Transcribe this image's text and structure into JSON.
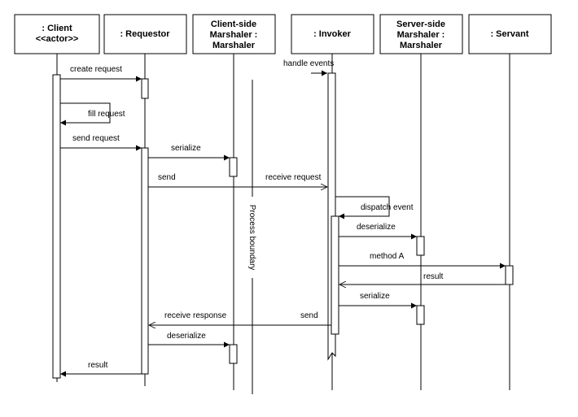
{
  "participants": [
    {
      "id": "client",
      "lines": [
        ": Client",
        "<<actor>>"
      ]
    },
    {
      "id": "requestor",
      "lines": [
        ": Requestor"
      ]
    },
    {
      "id": "client-marshaler",
      "lines": [
        "Client-side",
        "Marshaler :",
        "Marshaler"
      ]
    },
    {
      "id": "invoker",
      "lines": [
        ": Invoker"
      ]
    },
    {
      "id": "server-marshaler",
      "lines": [
        "Server-side",
        "Marshaler :",
        "Marshaler"
      ]
    },
    {
      "id": "servant",
      "lines": [
        ": Servant"
      ]
    }
  ],
  "boundary_label": "Process boundary",
  "messages": [
    {
      "id": "create-request",
      "label": "create request"
    },
    {
      "id": "fill-request",
      "label": "fill request"
    },
    {
      "id": "send-request",
      "label": "send request"
    },
    {
      "id": "serialize-1",
      "label": "serialize"
    },
    {
      "id": "send-1",
      "label": "send"
    },
    {
      "id": "receive-request",
      "label": "receive request"
    },
    {
      "id": "handle-events",
      "label": "handle events"
    },
    {
      "id": "dispatch-event",
      "label": "dispatch event"
    },
    {
      "id": "deserialize-1",
      "label": "deserialize"
    },
    {
      "id": "method-a",
      "label": "method A"
    },
    {
      "id": "result-1",
      "label": "result"
    },
    {
      "id": "serialize-2",
      "label": "serialize"
    },
    {
      "id": "receive-response",
      "label": "receive response"
    },
    {
      "id": "send-2",
      "label": "send"
    },
    {
      "id": "deserialize-2",
      "label": "deserialize"
    },
    {
      "id": "result-2",
      "label": "result"
    }
  ]
}
